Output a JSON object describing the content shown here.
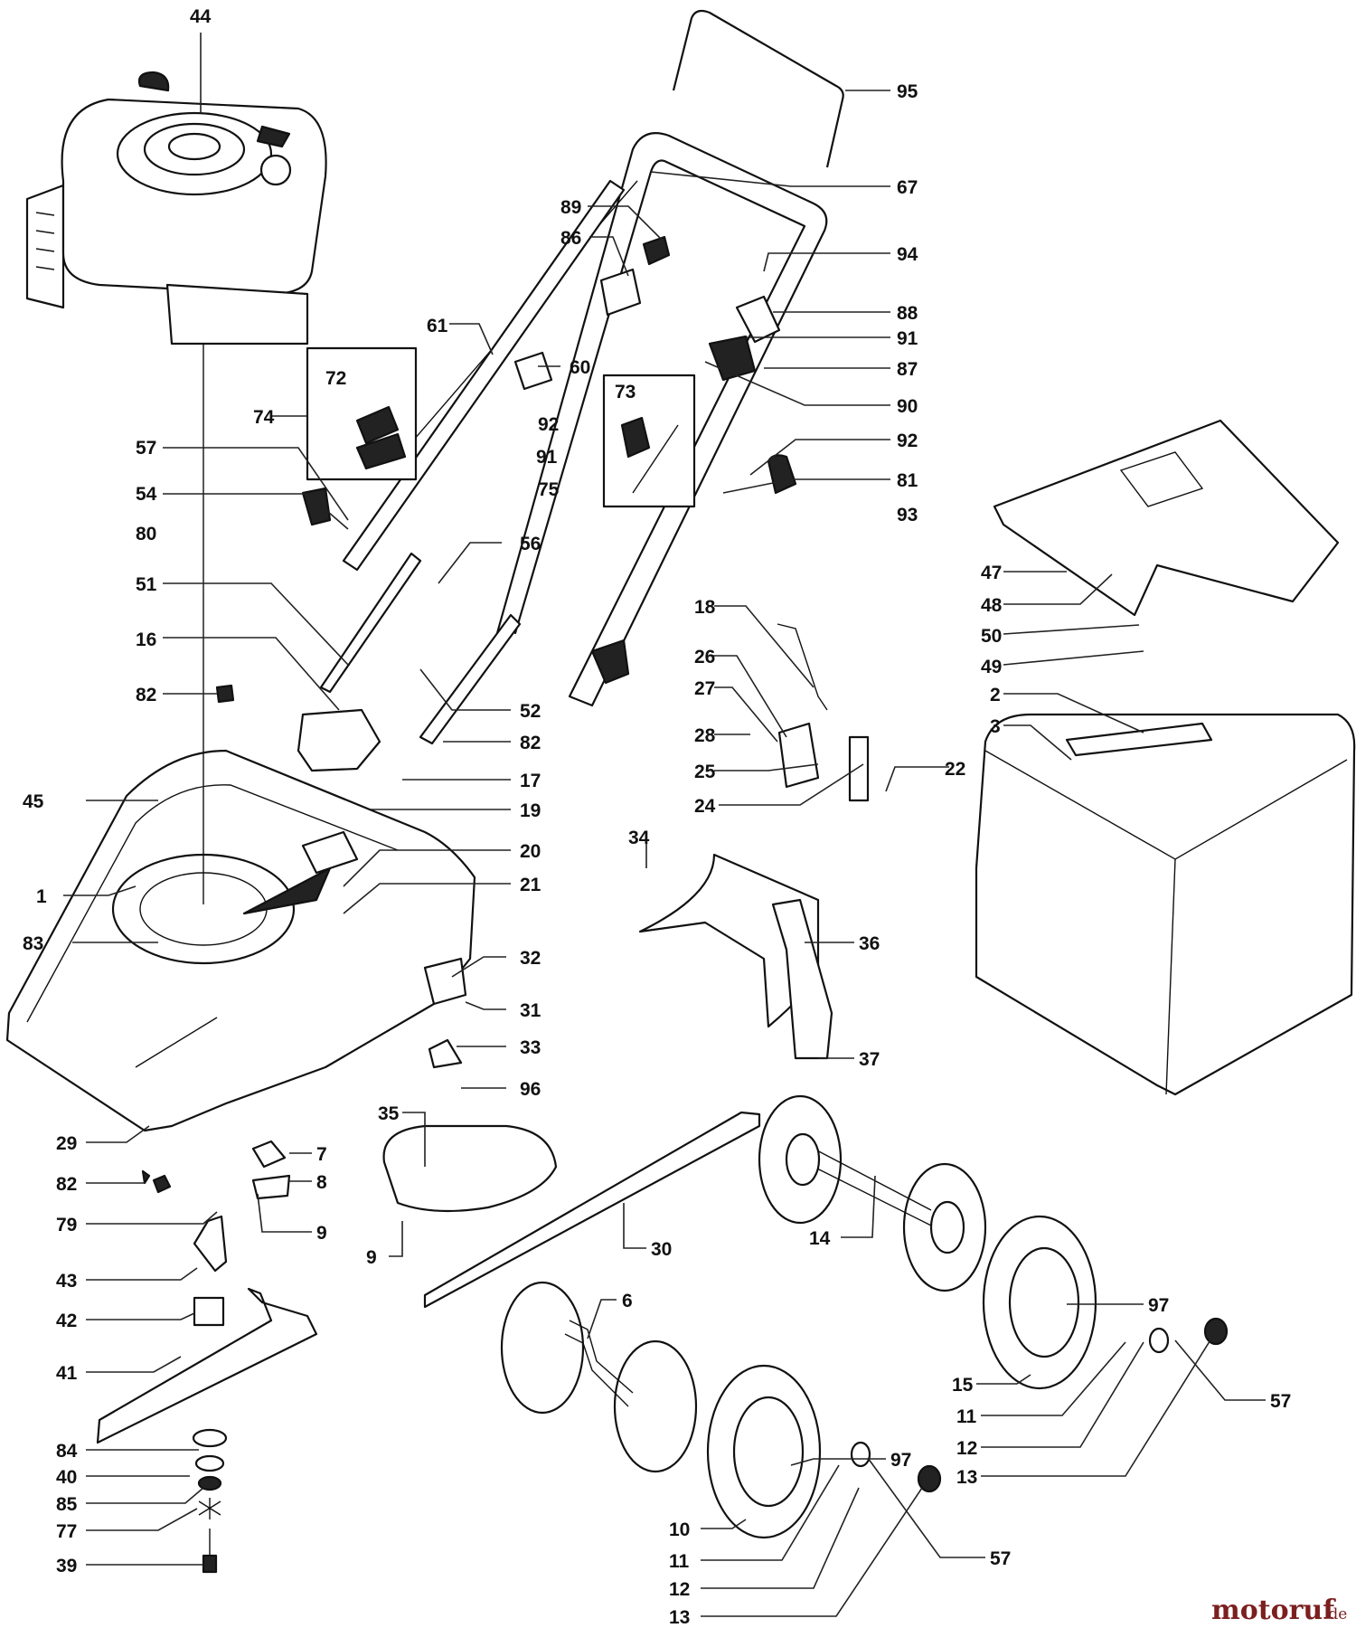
{
  "watermark": {
    "brand": "motoruf",
    "suffix": ".de"
  },
  "labels": [
    {
      "id": "l44",
      "text": "44"
    },
    {
      "id": "l95",
      "text": "95"
    },
    {
      "id": "l67",
      "text": "67"
    },
    {
      "id": "l89",
      "text": "89"
    },
    {
      "id": "l86",
      "text": "86"
    },
    {
      "id": "l94",
      "text": "94"
    },
    {
      "id": "l88",
      "text": "88"
    },
    {
      "id": "l61",
      "text": "61"
    },
    {
      "id": "l60",
      "text": "60"
    },
    {
      "id": "l91a",
      "text": "91"
    },
    {
      "id": "l87",
      "text": "87"
    },
    {
      "id": "l72",
      "text": "72"
    },
    {
      "id": "l73",
      "text": "73"
    },
    {
      "id": "l90",
      "text": "90"
    },
    {
      "id": "l74",
      "text": "74"
    },
    {
      "id": "l92a",
      "text": "92"
    },
    {
      "id": "l92b",
      "text": "92"
    },
    {
      "id": "l91b",
      "text": "91"
    },
    {
      "id": "l57a",
      "text": "57"
    },
    {
      "id": "l81",
      "text": "81"
    },
    {
      "id": "l75",
      "text": "75"
    },
    {
      "id": "l54",
      "text": "54"
    },
    {
      "id": "l93",
      "text": "93"
    },
    {
      "id": "l80",
      "text": "80"
    },
    {
      "id": "l56",
      "text": "56"
    },
    {
      "id": "l47",
      "text": "47"
    },
    {
      "id": "l48",
      "text": "48"
    },
    {
      "id": "l51",
      "text": "51"
    },
    {
      "id": "l18",
      "text": "18"
    },
    {
      "id": "l50",
      "text": "50"
    },
    {
      "id": "l49",
      "text": "49"
    },
    {
      "id": "l16",
      "text": "16"
    },
    {
      "id": "l26",
      "text": "26"
    },
    {
      "id": "l2",
      "text": "2"
    },
    {
      "id": "l27",
      "text": "27"
    },
    {
      "id": "l82a",
      "text": "82"
    },
    {
      "id": "l3",
      "text": "3"
    },
    {
      "id": "l52",
      "text": "52"
    },
    {
      "id": "l28",
      "text": "28"
    },
    {
      "id": "l82b",
      "text": "82"
    },
    {
      "id": "l22",
      "text": "22"
    },
    {
      "id": "l25",
      "text": "25"
    },
    {
      "id": "l17",
      "text": "17"
    },
    {
      "id": "l45",
      "text": "45"
    },
    {
      "id": "l24",
      "text": "24"
    },
    {
      "id": "l19",
      "text": "19"
    },
    {
      "id": "l34",
      "text": "34"
    },
    {
      "id": "l20",
      "text": "20"
    },
    {
      "id": "l21",
      "text": "21"
    },
    {
      "id": "l1",
      "text": "1"
    },
    {
      "id": "l83",
      "text": "83"
    },
    {
      "id": "l36",
      "text": "36"
    },
    {
      "id": "l32",
      "text": "32"
    },
    {
      "id": "l31",
      "text": "31"
    },
    {
      "id": "l33",
      "text": "33"
    },
    {
      "id": "l37",
      "text": "37"
    },
    {
      "id": "l96",
      "text": "96"
    },
    {
      "id": "l35",
      "text": "35"
    },
    {
      "id": "l29",
      "text": "29"
    },
    {
      "id": "l7",
      "text": "7"
    },
    {
      "id": "l82c",
      "text": "82"
    },
    {
      "id": "l8",
      "text": "8"
    },
    {
      "id": "l79",
      "text": "79"
    },
    {
      "id": "l9a",
      "text": "9"
    },
    {
      "id": "l14",
      "text": "14"
    },
    {
      "id": "l9b",
      "text": "9"
    },
    {
      "id": "l30",
      "text": "30"
    },
    {
      "id": "l43",
      "text": "43"
    },
    {
      "id": "l6",
      "text": "6"
    },
    {
      "id": "l97a",
      "text": "97"
    },
    {
      "id": "l42",
      "text": "42"
    },
    {
      "id": "l41",
      "text": "41"
    },
    {
      "id": "l15",
      "text": "15"
    },
    {
      "id": "l57b",
      "text": "57"
    },
    {
      "id": "l11a",
      "text": "11"
    },
    {
      "id": "l84",
      "text": "84"
    },
    {
      "id": "l12a",
      "text": "12"
    },
    {
      "id": "l97b",
      "text": "97"
    },
    {
      "id": "l40",
      "text": "40"
    },
    {
      "id": "l13a",
      "text": "13"
    },
    {
      "id": "l85",
      "text": "85"
    },
    {
      "id": "l10",
      "text": "10"
    },
    {
      "id": "l77",
      "text": "77"
    },
    {
      "id": "l11b",
      "text": "11"
    },
    {
      "id": "l57c",
      "text": "57"
    },
    {
      "id": "l39",
      "text": "39"
    },
    {
      "id": "l12b",
      "text": "12"
    },
    {
      "id": "l13b",
      "text": "13"
    }
  ]
}
